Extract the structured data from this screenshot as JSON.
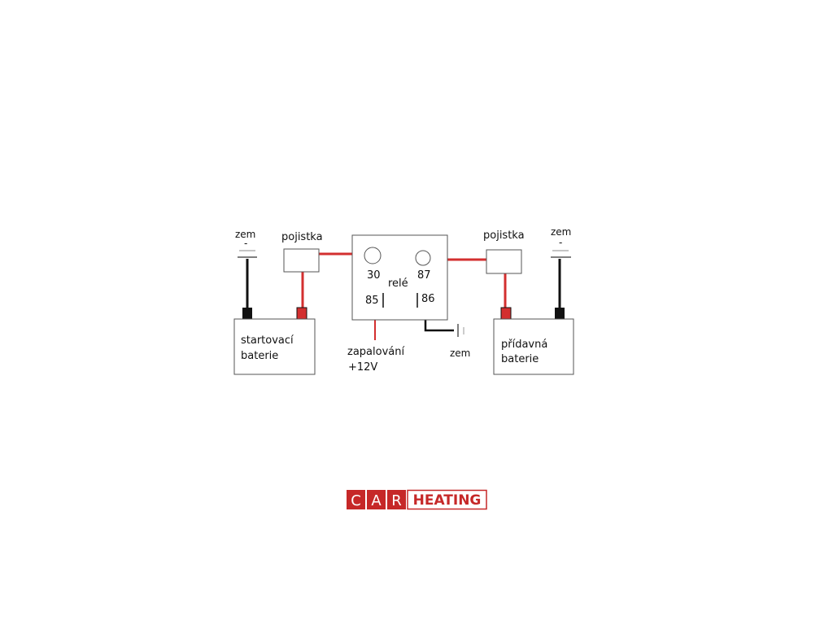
{
  "colors": {
    "wire_positive": "#d32f2f",
    "wire_ground": "#111111",
    "outline": "#555555",
    "logo_red": "#c62828",
    "logo_white": "#ffffff"
  },
  "labels": {
    "ground_left": "zem",
    "ground_left_sign": "-",
    "fuse_left": "pojistka",
    "battery_left_line1": "startovací",
    "battery_left_line2": "baterie",
    "relay": "relé",
    "pin_30": "30",
    "pin_87": "87",
    "pin_85": "85",
    "pin_86": "86",
    "ignition_line1": "zapalování",
    "ignition_line2": "+12V",
    "ground_relay": "zem",
    "fuse_right": "pojistka",
    "ground_right": "zem",
    "ground_right_sign": "-",
    "battery_right_line1": "přídavná",
    "battery_right_line2": "baterie"
  },
  "logo": {
    "letters": [
      "C",
      "A",
      "R"
    ],
    "word": "HEATING"
  }
}
